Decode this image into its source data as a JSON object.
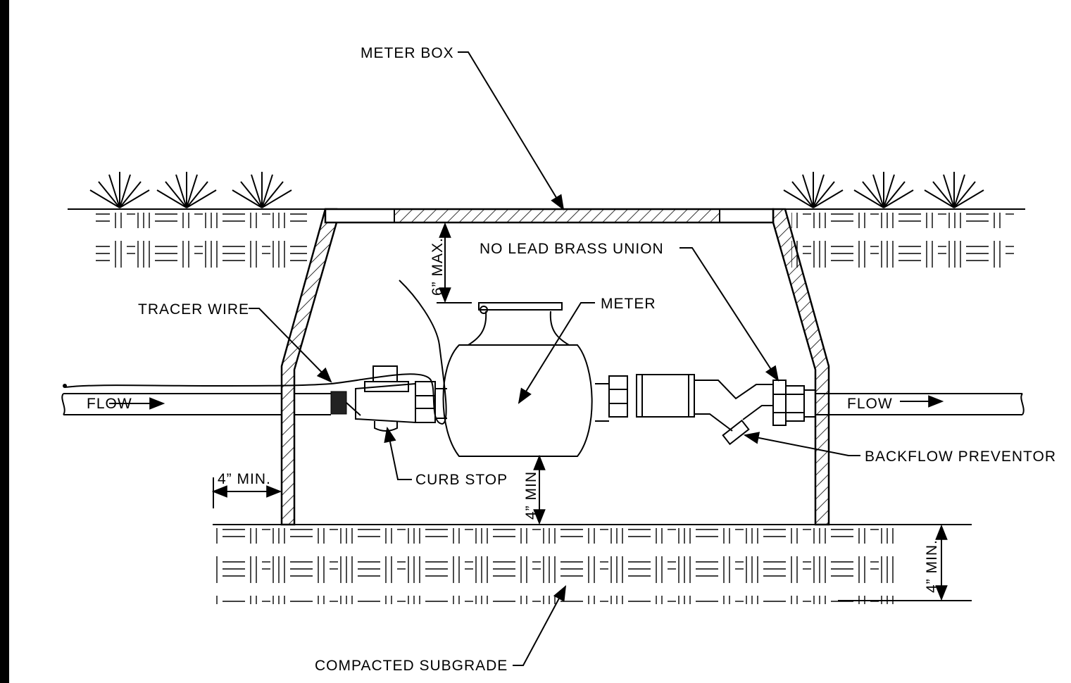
{
  "labels": {
    "meter_box": "METER BOX",
    "no_lead_brass_union": "NO LEAD BRASS UNION",
    "six_inch_max": "6” MAX.",
    "meter": "METER",
    "tracer_wire": "TRACER WIRE",
    "flow_left": "FLOW",
    "flow_right": "FLOW",
    "backflow_preventor": "BACKFLOW PREVENTOR",
    "curb_stop": "CURB STOP",
    "four_inch_min_side": "4” MIN.",
    "four_inch_min_bottom": "4” MIN.",
    "four_inch_min_subgrade": "4” MIN.",
    "compacted_subgrade": "COMPACTED SUBGRADE"
  },
  "colors": {
    "line": "#000000",
    "background": "#ffffff"
  }
}
